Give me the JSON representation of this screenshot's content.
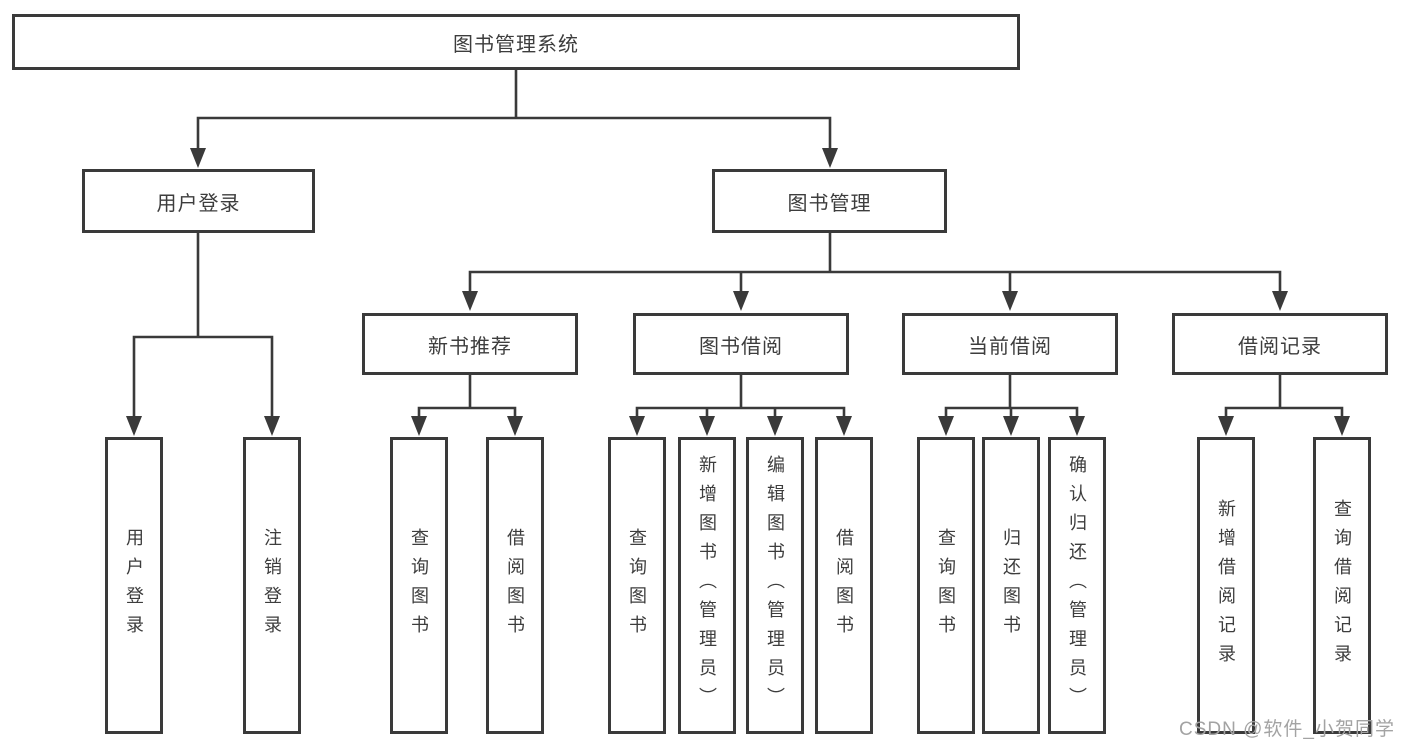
{
  "tree": {
    "root": "图书管理系统",
    "children": [
      {
        "label": "用户登录",
        "children": [
          "用户登录",
          "注销登录"
        ]
      },
      {
        "label": "图书管理",
        "children": [
          {
            "label": "新书推荐",
            "children": [
              "查询图书",
              "借阅图书"
            ]
          },
          {
            "label": "图书借阅",
            "children": [
              "查询图书",
              "新增图书（管理员）",
              "编辑图书（管理员）",
              "借阅图书"
            ]
          },
          {
            "label": "当前借阅",
            "children": [
              "查询图书",
              "归还图书",
              "确认归还（管理员）"
            ]
          },
          {
            "label": "借阅记录",
            "children": [
              "新增借阅记录",
              "查询借阅记录"
            ]
          }
        ]
      }
    ]
  },
  "watermark": "CSDN @软件_小贺同学",
  "colors": {
    "line": "#3a3a3a",
    "text": "#3d3d3d",
    "background": "#ffffff",
    "watermark": "#a3a3a3"
  }
}
